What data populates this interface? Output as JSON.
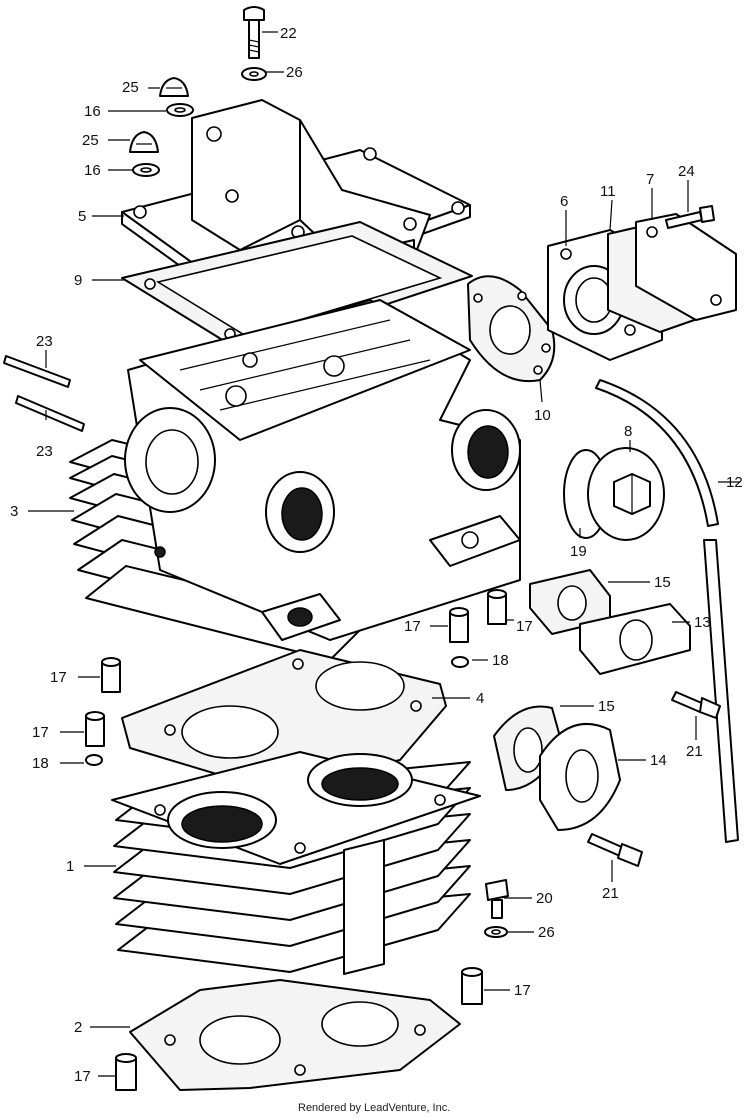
{
  "callouts": [
    {
      "id": "c22a",
      "text": "22"
    },
    {
      "id": "c26a",
      "text": "26"
    },
    {
      "id": "c25a",
      "text": "25"
    },
    {
      "id": "c16a",
      "text": "16"
    },
    {
      "id": "c25b",
      "text": "25"
    },
    {
      "id": "c16b",
      "text": "16"
    },
    {
      "id": "c5",
      "text": "5"
    },
    {
      "id": "c9",
      "text": "9"
    },
    {
      "id": "c6",
      "text": "6"
    },
    {
      "id": "c11",
      "text": "11"
    },
    {
      "id": "c7",
      "text": "7"
    },
    {
      "id": "c24",
      "text": "24"
    },
    {
      "id": "c23a",
      "text": "23"
    },
    {
      "id": "c23b",
      "text": "23"
    },
    {
      "id": "c10",
      "text": "10"
    },
    {
      "id": "c8",
      "text": "8"
    },
    {
      "id": "c12",
      "text": "12"
    },
    {
      "id": "c3",
      "text": "3"
    },
    {
      "id": "c19",
      "text": "19"
    },
    {
      "id": "c15a",
      "text": "15"
    },
    {
      "id": "c13",
      "text": "13"
    },
    {
      "id": "c17a",
      "text": "17"
    },
    {
      "id": "c17b",
      "text": "17"
    },
    {
      "id": "c18a",
      "text": "18"
    },
    {
      "id": "c17c",
      "text": "17"
    },
    {
      "id": "c4",
      "text": "4"
    },
    {
      "id": "c15b",
      "text": "15"
    },
    {
      "id": "c17d",
      "text": "17"
    },
    {
      "id": "c18b",
      "text": "18"
    },
    {
      "id": "c14",
      "text": "14"
    },
    {
      "id": "c21a",
      "text": "21"
    },
    {
      "id": "c1",
      "text": "1"
    },
    {
      "id": "c21b",
      "text": "21"
    },
    {
      "id": "c20",
      "text": "20"
    },
    {
      "id": "c26b",
      "text": "26"
    },
    {
      "id": "c17e",
      "text": "17"
    },
    {
      "id": "c2",
      "text": "2"
    },
    {
      "id": "c17f",
      "text": "17"
    }
  ],
  "footer": {
    "credit": "Rendered by LeadVenture, Inc."
  }
}
